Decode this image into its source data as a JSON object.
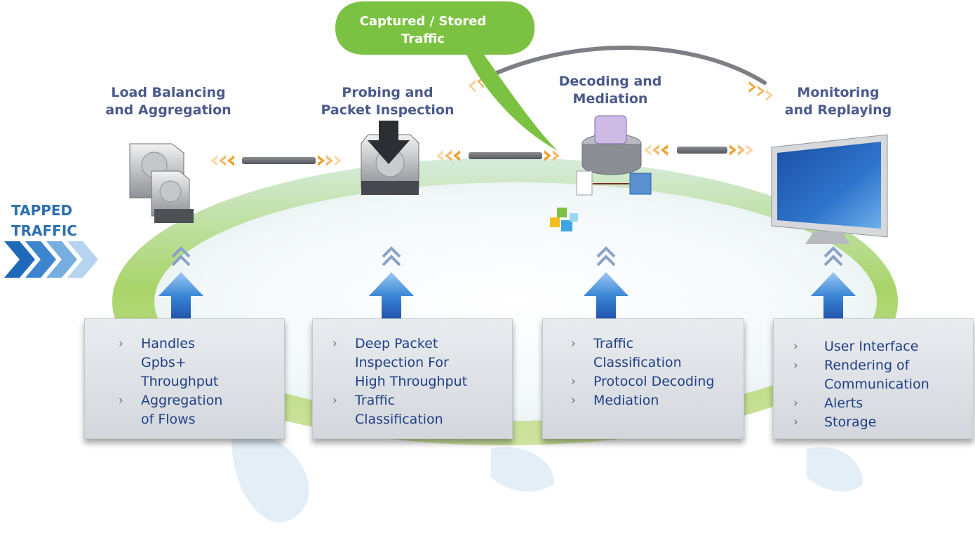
{
  "bubble": {
    "text_line1": "Captured / Stored",
    "text_line2": "Traffic"
  },
  "input": {
    "line1": "TAPPED",
    "line2": "TRAFFIC"
  },
  "stages": [
    {
      "title_line1": "Load Balancing",
      "title_line2": "and Aggregation"
    },
    {
      "title_line1": "Probing and",
      "title_line2": "Packet Inspection"
    },
    {
      "title_line1": "Decoding and",
      "title_line2": "Mediation"
    },
    {
      "title_line1": "Monitoring",
      "title_line2": "and Replaying"
    }
  ],
  "cards": [
    {
      "items": [
        {
          "lines": [
            "Handles",
            "Gpbs+",
            "Throughput"
          ]
        },
        {
          "lines": [
            "Aggregation",
            "of Flows"
          ]
        }
      ]
    },
    {
      "items": [
        {
          "lines": [
            "Deep Packet",
            "Inspection For",
            "High Throughput"
          ]
        },
        {
          "lines": [
            "Traffic",
            "Classification"
          ]
        }
      ]
    },
    {
      "items": [
        {
          "lines": [
            "Traffic",
            "Classification"
          ]
        },
        {
          "lines": [
            "Protocol Decoding"
          ]
        },
        {
          "lines": [
            "Mediation"
          ]
        }
      ]
    },
    {
      "items": [
        {
          "lines": [
            "User Interface"
          ]
        },
        {
          "lines": [
            "Rendering of",
            "Communication"
          ]
        },
        {
          "lines": [
            "Alerts"
          ]
        },
        {
          "lines": [
            "Storage"
          ]
        }
      ]
    }
  ],
  "bullet_glyph": "›",
  "colors": {
    "title": "#4a5a8c",
    "card_text": "#1f3f85",
    "bubble_green": "#7cc242",
    "ring_green": "#b9d76a",
    "arrow_blue": "#2f7fd0",
    "chevron_orange": "#f0a030",
    "input_blue": "#2c6fb0"
  },
  "icons": {
    "stage1": "server-stack-icon",
    "stage2": "hard-drive-download-icon",
    "stage3": "database-decoding-icon",
    "stage4": "monitor-icon",
    "extra": "cubes-icon"
  }
}
